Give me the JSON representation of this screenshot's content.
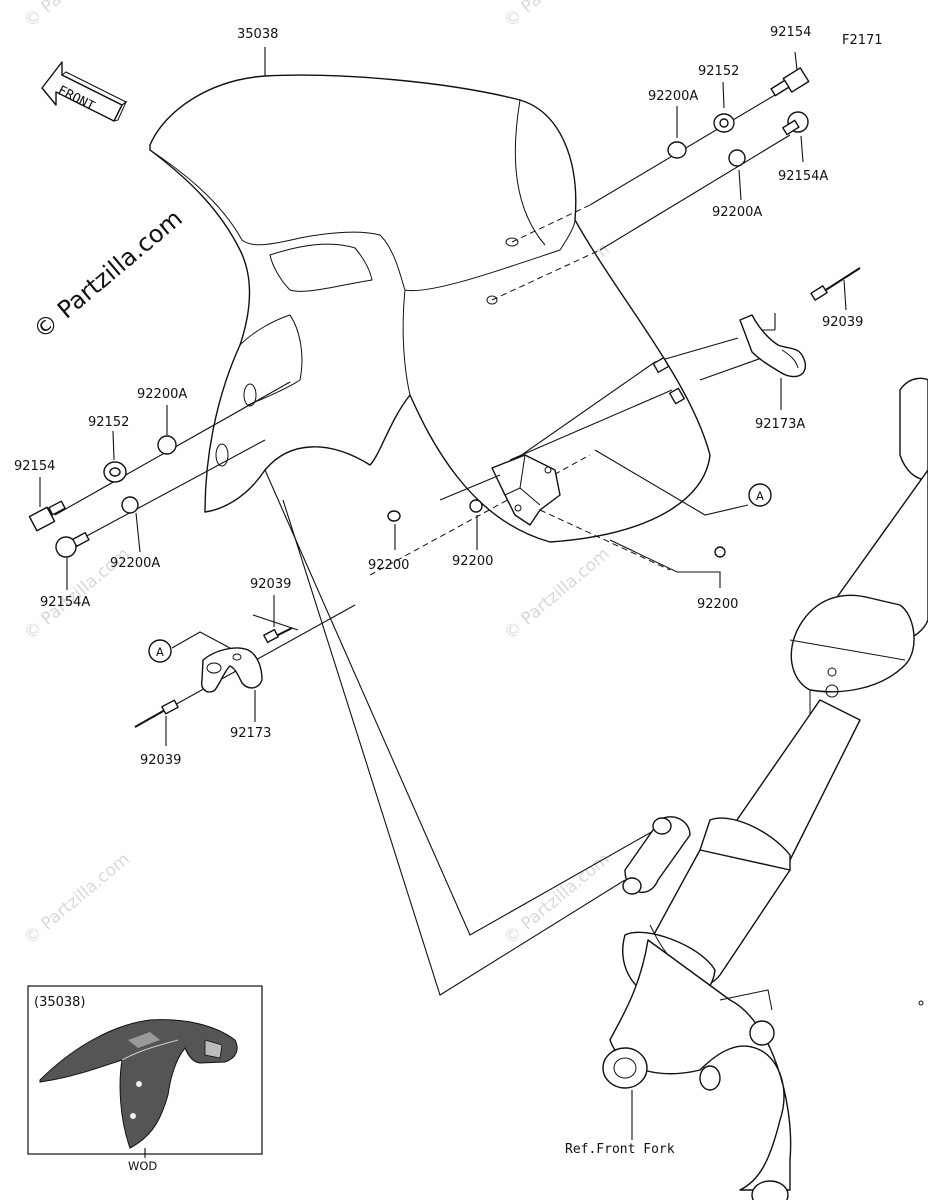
{
  "diagram": {
    "code": "F2171",
    "front_arrow_label": "FRONT",
    "copyright_watermark": "© Partzilla.com",
    "inset_title": "(35038)",
    "inset_caption": "WOD",
    "ref_front_fork": "Ref.Front Fork",
    "callout_a": "A"
  },
  "parts": {
    "fender": "35038",
    "bolt_top": "92154",
    "collar_top": "92152",
    "washer_top_left": "92200A",
    "bolt_top_a": "92154A",
    "washer_top_right": "92200A",
    "clip_right": "92039",
    "clamp_right": "92173A",
    "washer_left_top": "92200A",
    "collar_left": "92152",
    "bolt_left": "92154",
    "washer_left_bottom": "92200A",
    "bolt_left_a": "92154A",
    "clip_left_top": "92039",
    "clamp_left": "92173",
    "clip_left_bottom": "92039",
    "nut_1": "92200",
    "nut_2": "92200",
    "nut_3": "92200"
  }
}
